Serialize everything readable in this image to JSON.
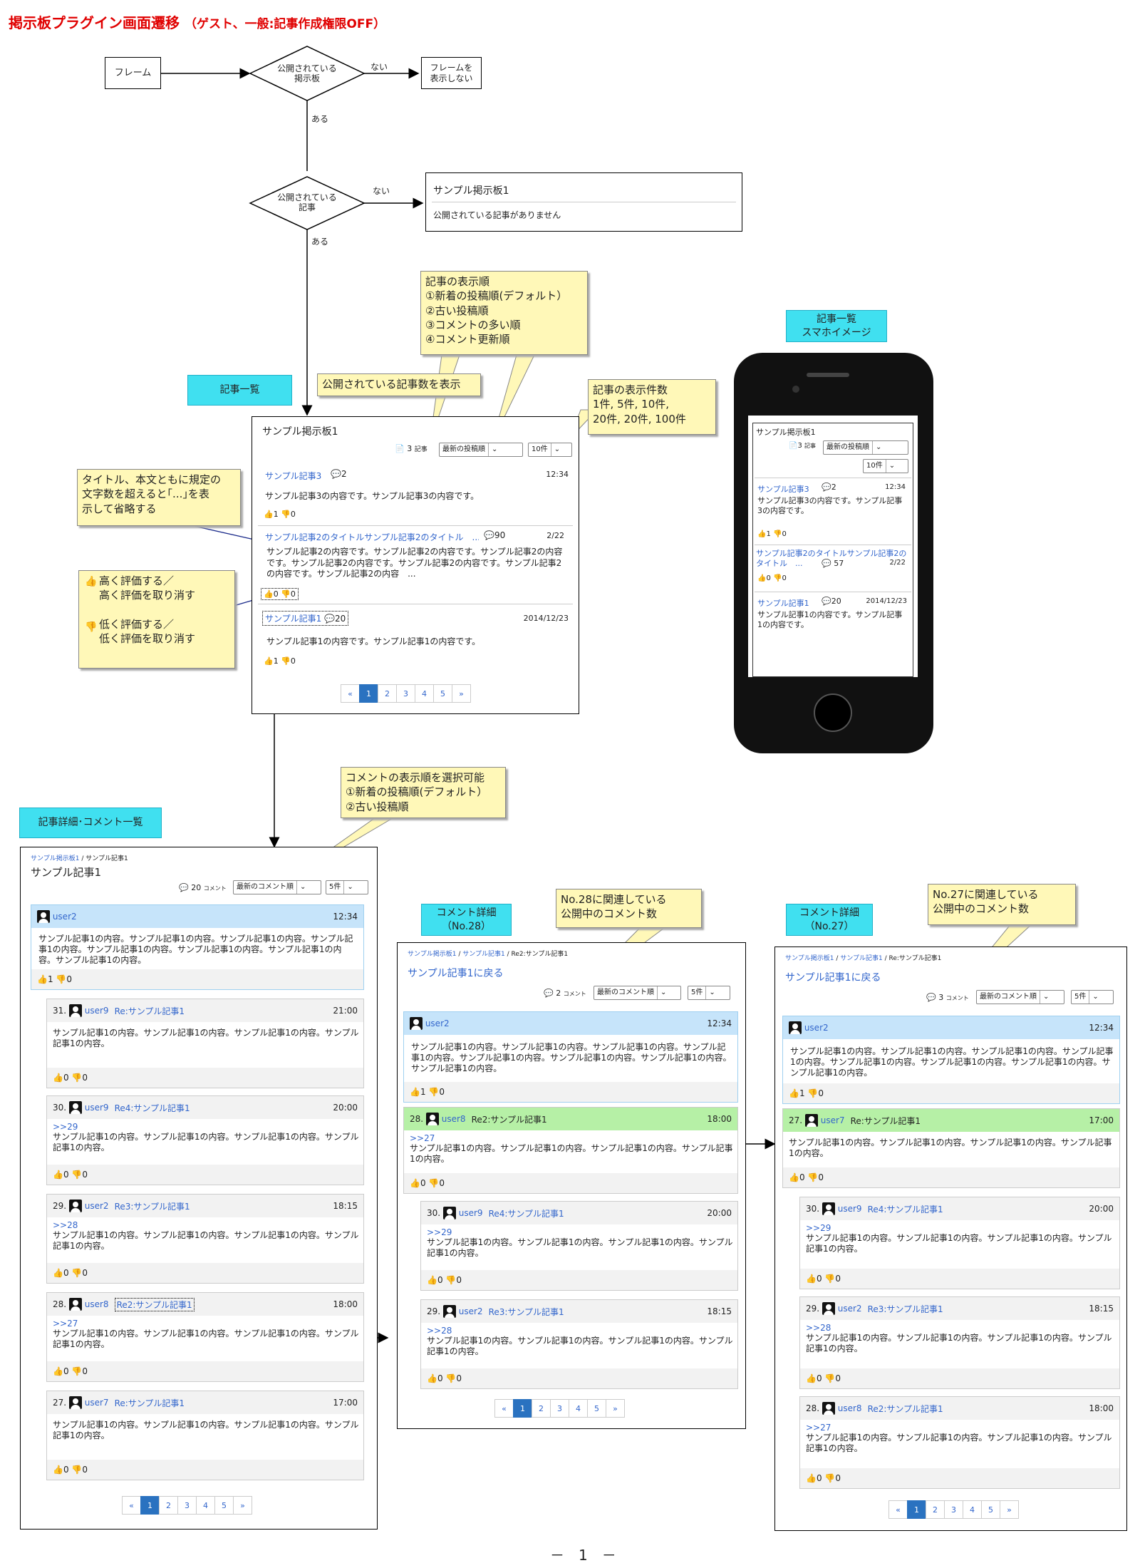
{
  "title": "掲示板プラグイン画面遷移",
  "subtitle": "（ゲスト、一般:記事作成権限OFF）",
  "flow": {
    "frame": "フレーム",
    "d1": "公開されている\n掲示板",
    "no1": "ない",
    "noframe": "フレームを\n表示しない",
    "yes1": "ある",
    "d2": "公開されている\n記事",
    "no2": "ない",
    "empty_title": "サンプル掲示板1",
    "empty_msg": "公開されている記事がありません",
    "yes2": "ある"
  },
  "labels": {
    "list": "記事一覧",
    "sp": "記事一覧\nスマホイメージ",
    "detail": "記事詳細･コメント一覧",
    "c28": "コメント詳細\n（No.28）",
    "c27": "コメント詳細\n（No.27）"
  },
  "callouts": {
    "order": "記事の表示順\n①新着の投稿順(デフォルト）\n②古い投稿順\n③コメントの多い順\n④コメント更新順",
    "count": "公開されている記事数を表示",
    "limit": "記事の表示件数\n1件, 5件, 10件,\n20件, 20件, 100件",
    "title": "タイトル、本文ともに規定の\n文字数を超えると｢...｣を表\n示して省略する",
    "rate": "高く評価する／\n高く評価を取り消す\n\n低く評価する／\n低く評価を取り消す",
    "corder": "コメントの表示順を選択可能\n①新着の投稿順(デフォルト）\n②古い投稿順",
    "n28": "No.28に関連している\n公開中のコメント数",
    "n27": "No.27に関連している\n公開中のコメント数"
  },
  "list": {
    "board": "サンプル掲示板1",
    "count": "3",
    "count_unit": "記事",
    "sort": "最新の投稿順",
    "limit": "10件",
    "a3_title": "サンプル記事3",
    "a3_cnt": "2",
    "a3_time": "12:34",
    "a3_body": "サンプル記事3の内容です。サンプル記事3の内容です。",
    "a3_up": "1",
    "a3_down": "0",
    "a2_title": "サンプル記事2のタイトルサンプル記事2のタイトル　...",
    "a2_cnt": "90",
    "a2_time": "2/22",
    "a2_body": "サンプル記事2の内容です。サンプル記事2の内容です。サンプル記事2の内容です。サンプル記事2の内容です。サンプル記事2の内容です。サンプル記事2の内容です。サンプル記事2の内容　...",
    "a2_up": "0",
    "a2_down": "0",
    "a1_title": "サンプル記事1",
    "a1_cnt": "20",
    "a1_time": "2014/12/23",
    "a1_body": "サンプル記事1の内容です。サンプル記事1の内容です。",
    "a1_up": "1",
    "a1_down": "0",
    "pages": [
      "«",
      "1",
      "2",
      "3",
      "4",
      "5",
      "»"
    ]
  },
  "sp": {
    "board": "サンプル掲示板1",
    "count": "3",
    "count_unit": "記事",
    "sort": "最新の投稿順",
    "limit": "10件",
    "a3_title": "サンプル記事3",
    "a3_cnt": "2",
    "a3_time": "12:34",
    "a3_body": "サンプル記事3の内容です。サンプル記事3の内容です。",
    "a3_up": "1",
    "a3_down": "0",
    "a2_title": "サンプル記事2のタイトルサンプル記事2のタイトル　...",
    "a2_cnt": "57",
    "a2_time": "2/22",
    "a2_up": "0",
    "a2_down": "0",
    "a1_title": "サンプル記事1",
    "a1_cnt": "20",
    "a1_time": "2014/12/23",
    "a1_body": "サンプル記事1の内容です。サンプル記事1の内容です。"
  },
  "detail": {
    "crumb1": "サンプル掲示板1",
    "crumb2": "サンプル記事1",
    "title": "サンプル記事1",
    "count": "20",
    "unit": "コメント",
    "sort": "最新のコメント順",
    "limit": "5件",
    "main_user": "user2",
    "main_time": "12:34",
    "main_body": "サンプル記事1の内容。サンプル記事1の内容。サンプル記事1の内容。サンプル記事1の内容。サンプル記事1の内容。サンプル記事1の内容。サンプル記事1の内容。サンプル記事1の内容。",
    "main_up": "1",
    "main_down": "0",
    "body": "サンプル記事1の内容。サンプル記事1の内容。サンプル記事1の内容。サンプル記事1の内容。",
    "c31_no": "31.",
    "c31_user": "user9",
    "c31_title": "Re:サンプル記事1",
    "c31_time": "21:00",
    "c30_no": "30.",
    "c30_user": "user9",
    "c30_title": "Re4:サンプル記事1",
    "c30_time": "20:00",
    "c30_ref": ">>29",
    "c29_no": "29.",
    "c29_user": "user2",
    "c29_title": "Re3:サンプル記事1",
    "c29_time": "18:15",
    "c29_ref": ">>28",
    "c28_no": "28.",
    "c28_user": "user8",
    "c28_title": "Re2:サンプル記事1",
    "c28_time": "18:00",
    "c28_ref": ">>27",
    "c27_no": "27.",
    "c27_user": "user7",
    "c27_title": "Re:サンプル記事1",
    "c27_time": "17:00",
    "zero": "0",
    "pages": [
      "«",
      "1",
      "2",
      "3",
      "4",
      "5",
      "»"
    ]
  },
  "d28": {
    "crumb1": "サンプル掲示板1",
    "crumb2": "サンプル記事1",
    "crumb3": "Re2:サンプル記事1",
    "back": "サンプル記事1に戻る",
    "count": "2",
    "unit": "コメント",
    "sort": "最新のコメント順",
    "limit": "5件",
    "main_user": "user2",
    "main_time": "12:34",
    "main_up": "1",
    "main_down": "0",
    "sel_no": "28.",
    "sel_user": "user8",
    "sel_title": "Re2:サンプル記事1",
    "sel_time": "18:00",
    "sel_ref": ">>27",
    "c30_no": "30.",
    "c30_user": "user9",
    "c30_title": "Re4:サンプル記事1",
    "c30_time": "20:00",
    "c30_ref": ">>29",
    "c29_no": "29.",
    "c29_user": "user2",
    "c29_title": "Re3:サンプル記事1",
    "c29_time": "18:15",
    "c29_ref": ">>28",
    "pages": [
      "«",
      "1",
      "2",
      "3",
      "4",
      "5",
      "»"
    ]
  },
  "d27": {
    "crumb1": "サンプル掲示板1",
    "crumb2": "サンプル記事1",
    "crumb3": "Re:サンプル記事1",
    "back": "サンプル記事1に戻る",
    "count": "3",
    "unit": "コメント",
    "sort": "最新のコメント順",
    "limit": "5件",
    "main_user": "user2",
    "main_time": "12:34",
    "main_up": "1",
    "main_down": "0",
    "sel_no": "27.",
    "sel_user": "user7",
    "sel_title": "Re:サンプル記事1",
    "sel_time": "17:00",
    "c30_no": "30.",
    "c30_user": "user9",
    "c30_title": "Re4:サンプル記事1",
    "c30_time": "20:00",
    "c30_ref": ">>29",
    "c29_no": "29.",
    "c29_user": "user2",
    "c29_title": "Re3:サンプル記事1",
    "c29_time": "18:15",
    "c29_ref": ">>28",
    "c28_no": "28.",
    "c28_user": "user8",
    "c28_title": "Re2:サンプル記事1",
    "c28_time": "18:00",
    "c28_ref": ">>27",
    "pages": [
      "«",
      "1",
      "2",
      "3",
      "4",
      "5",
      "»"
    ]
  },
  "page_no": "－　1　－"
}
